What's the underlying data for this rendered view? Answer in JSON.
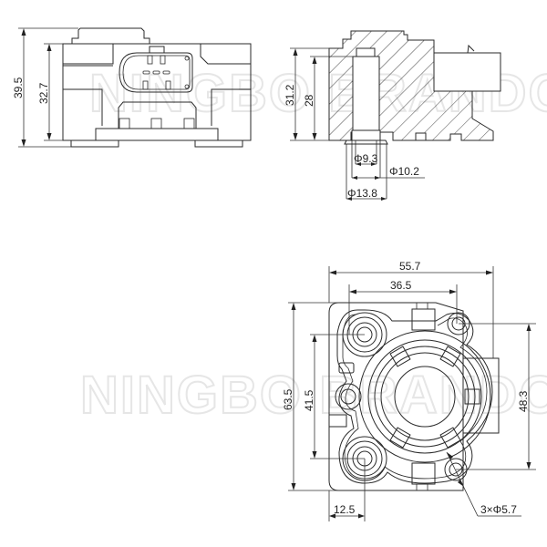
{
  "watermark": {
    "text_left": "NINGBO",
    "text_right": "BRANDO",
    "text_top_fragment": "NINGBO BRANDO"
  },
  "views": {
    "front_view": {
      "dimensions": {
        "overall_height": "39.5",
        "body_height": "32.7"
      }
    },
    "section_view": {
      "dimensions": {
        "height_outer": "31.2",
        "height_inner": "28",
        "bore_diameter_small": "Φ9.3",
        "bore_diameter_mid": "Φ10.2",
        "bore_diameter_flange": "Φ13.8"
      }
    },
    "bottom_view": {
      "dimensions": {
        "overall_width": "55.7",
        "hole_spacing_horizontal": "36.5",
        "overall_height": "63.5",
        "hole_spacing_vertical_left": "41.5",
        "hole_spacing_vertical_right": "48.3",
        "hole_offset_left": "12.5",
        "mounting_holes": "3×Φ5.7"
      }
    }
  },
  "colors": {
    "line": "#2a2a2a",
    "background": "#ffffff",
    "watermark": "#e6e6e6"
  }
}
